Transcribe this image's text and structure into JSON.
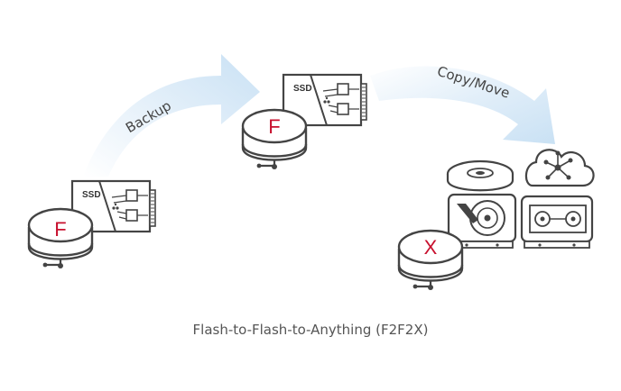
{
  "arrows": {
    "backup_label": "Backup",
    "copy_move_label": "Copy/Move"
  },
  "nodes": {
    "source_ssd_label": "SSD",
    "source_disk_letter": "F",
    "backup_ssd_label": "SSD",
    "backup_disk_letter": "F",
    "target_disk_letter": "X"
  },
  "caption": "Flash-to-Flash-to-Anything (F2F2X)",
  "colors": {
    "arrow_fill": "#d3e7f6",
    "letter_red": "#c8102e",
    "outline": "#444444"
  }
}
